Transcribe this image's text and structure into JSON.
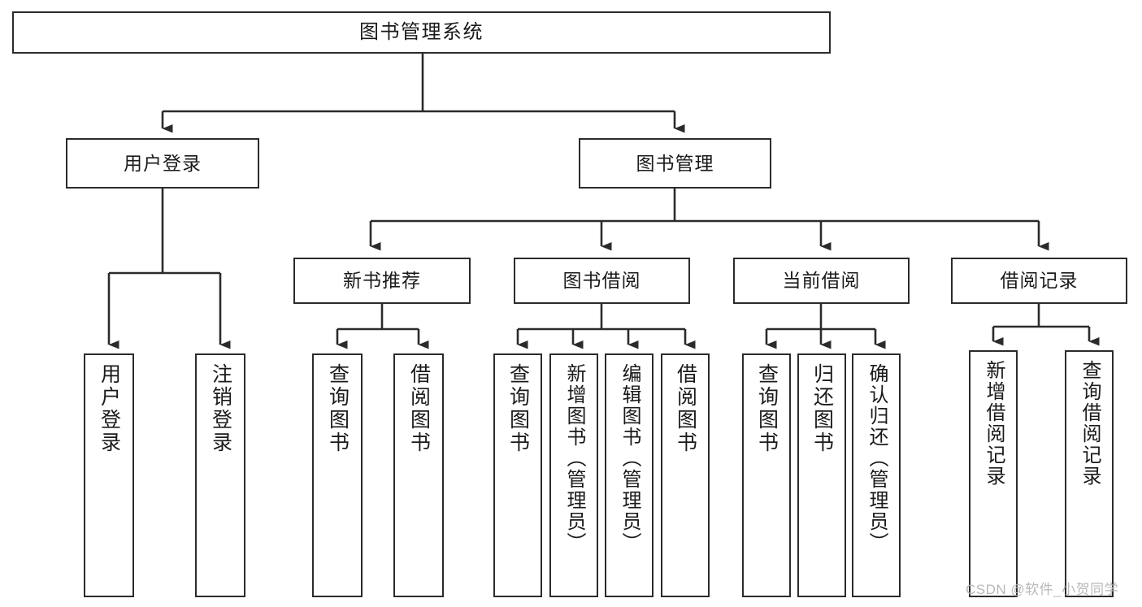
{
  "diagram": {
    "type": "tree-hierarchy",
    "title": "图书管理系统",
    "watermark": "CSDN @软件_小贺同学",
    "colors": {
      "background": "#ffffff",
      "border": "#2b2b2b",
      "text": "#1a1a1a",
      "wire": "#2b2b2b",
      "watermark": "#b8b8b8"
    },
    "root": {
      "label": "图书管理系统"
    },
    "level1": [
      {
        "label": "用户登录"
      },
      {
        "label": "图书管理"
      }
    ],
    "level2": [
      {
        "label": "新书推荐"
      },
      {
        "label": "图书借阅"
      },
      {
        "label": "当前借阅"
      },
      {
        "label": "借阅记录"
      }
    ],
    "leaves": {
      "user_login": [
        {
          "label": "用户登录"
        },
        {
          "label": "注销登录"
        }
      ],
      "new_book_recommend": [
        {
          "label": "查询图书"
        },
        {
          "label": "借阅图书"
        }
      ],
      "book_borrow": [
        {
          "label": "查询图书"
        },
        {
          "label": "新增图书（管理员）"
        },
        {
          "label": "编辑图书（管理员）"
        },
        {
          "label": "借阅图书"
        }
      ],
      "current_borrow": [
        {
          "label": "查询图书"
        },
        {
          "label": "归还图书"
        },
        {
          "label": "确认归还（管理员）"
        }
      ],
      "borrow_records": [
        {
          "label": "新增借阅记录"
        },
        {
          "label": "查询借阅记录"
        }
      ]
    }
  }
}
